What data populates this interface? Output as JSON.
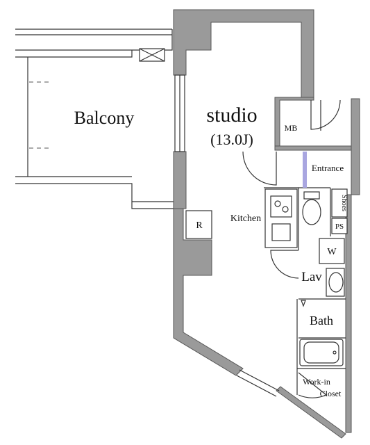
{
  "rooms": {
    "balcony": "Balcony",
    "studio": "studio",
    "studio_area": "(13.0J)",
    "mb": "MB",
    "entrance": "Entrance",
    "shoes": "Shoes",
    "ps": "PS",
    "kitchen": "Kitchen",
    "refrigerator": "R",
    "washer": "W",
    "lav": "Lav",
    "bath": "Bath",
    "closet_line1": "Work-in",
    "closet_line2": "Closet"
  },
  "colors": {
    "wall": "#9a9a9a",
    "entrance_step": "#a9a6e0"
  }
}
